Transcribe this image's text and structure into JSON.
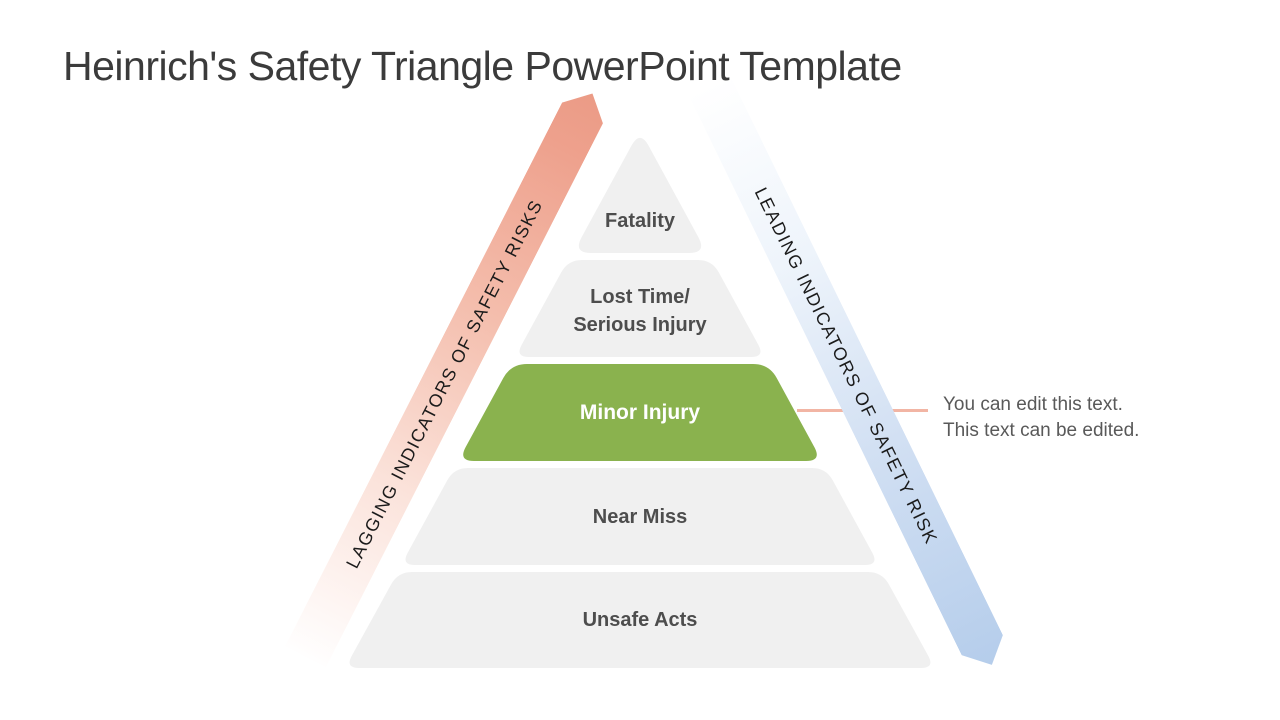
{
  "slide": {
    "title": "Heinrich's Safety Triangle PowerPoint Template",
    "background": "#ffffff"
  },
  "pyramid": {
    "levels": [
      {
        "label": "Fatality",
        "color": "#f0f0f0",
        "text_color": "#4d4d4d",
        "highlighted": false
      },
      {
        "label": "Lost Time/\nSerious Injury",
        "color": "#f0f0f0",
        "text_color": "#4d4d4d",
        "highlighted": false
      },
      {
        "label": "Minor Injury",
        "color": "#8ab24e",
        "text_color": "#ffffff",
        "highlighted": true
      },
      {
        "label": "Near Miss",
        "color": "#f0f0f0",
        "text_color": "#4d4d4d",
        "highlighted": false
      },
      {
        "label": "Unsafe Acts",
        "color": "#f0f0f0",
        "text_color": "#4d4d4d",
        "highlighted": false
      }
    ]
  },
  "banners": {
    "left": {
      "label": "LAGGING INDICATORS OF SAFETY RISKS",
      "color_start": "#fffefe",
      "color_end": "#eb9b86",
      "direction": "up-right"
    },
    "right": {
      "label": "LEADING INDICATORS OF SAFETY RISK",
      "color_start": "#ffffff",
      "color_end": "#b5cdeb",
      "direction": "down-right"
    }
  },
  "callout": {
    "text": "You can edit this text.\nThis text can be edited.",
    "text_color": "#595959",
    "connector_color": "#f2b5a4"
  }
}
